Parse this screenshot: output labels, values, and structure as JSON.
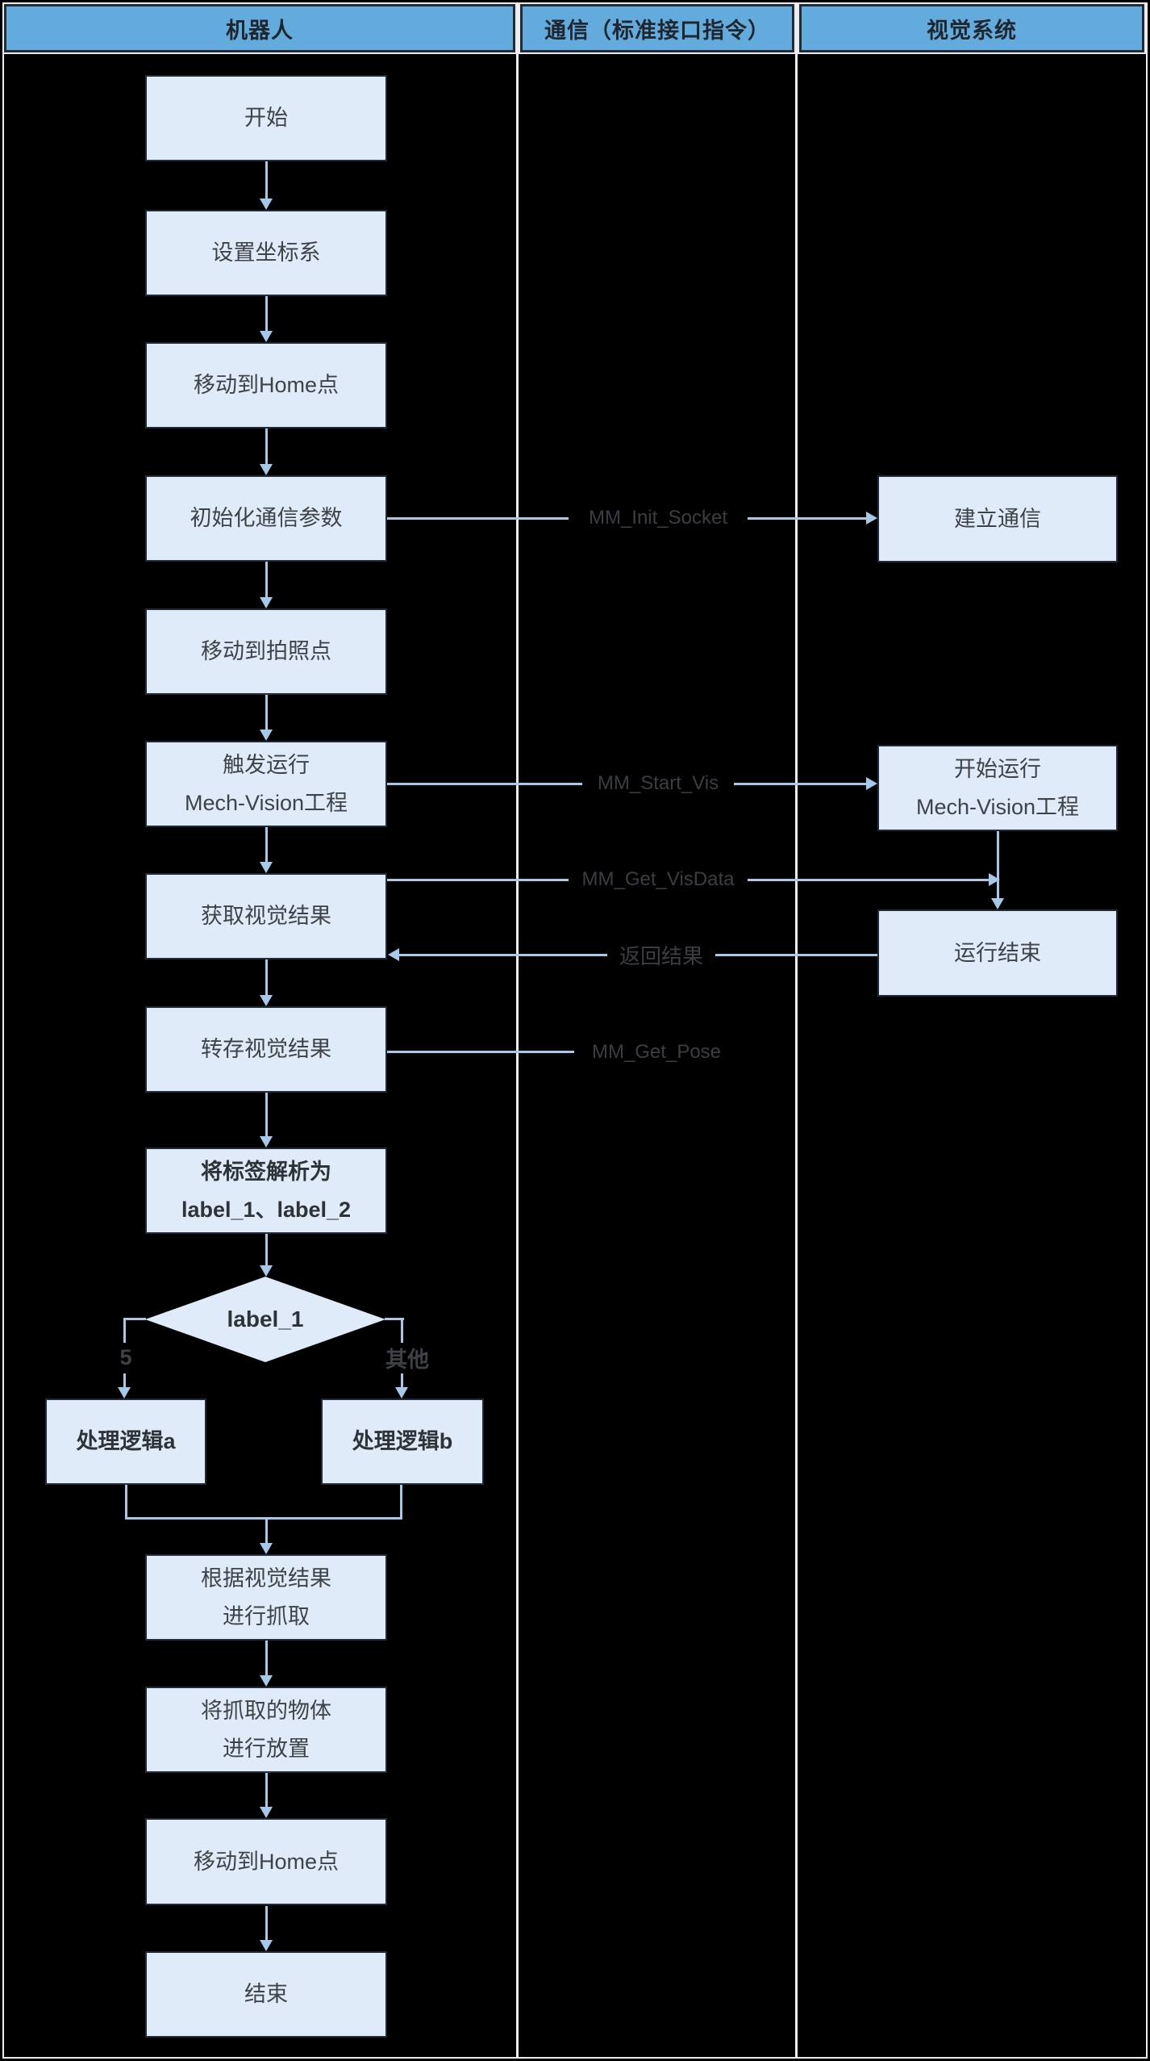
{
  "header": {
    "columns": [
      "机器人",
      "通信（标准接口指令）",
      "视觉系统"
    ]
  },
  "robot": {
    "nodes": [
      {
        "id": "start",
        "label": "开始"
      },
      {
        "id": "set-coordinate",
        "label": "设置坐标系"
      },
      {
        "id": "move-home-1",
        "label": "移动到Home点"
      },
      {
        "id": "init-comm-params",
        "label": "初始化通信参数"
      },
      {
        "id": "move-capture-point",
        "label": "移动到拍照点"
      },
      {
        "id": "trigger-vision",
        "line1": "触发运行",
        "line2": "Mech-Vision工程"
      },
      {
        "id": "get-vision-result",
        "label": "获取视觉结果"
      },
      {
        "id": "store-vision-result",
        "label": "转存视觉结果"
      },
      {
        "id": "parse-label",
        "line1": "将标签解析为",
        "line2": "label_1、label_2"
      },
      {
        "id": "decision",
        "label": "label_1"
      },
      {
        "id": "logic-a",
        "label": "处理逻辑a"
      },
      {
        "id": "logic-b",
        "label": "处理逻辑b"
      },
      {
        "id": "grasp",
        "line1": "根据视觉结果",
        "line2": "进行抓取"
      },
      {
        "id": "place",
        "line1": "将抓取的物体",
        "line2": "进行放置"
      },
      {
        "id": "move-home-2",
        "label": "移动到Home点"
      },
      {
        "id": "end",
        "label": "结束"
      }
    ],
    "branch_left": "5",
    "branch_right": "其他"
  },
  "comm": {
    "labels": [
      "MM_Init_Socket",
      "MM_Start_Vis",
      "MM_Get_VisData",
      "返回结果",
      "MM_Get_Pose"
    ]
  },
  "vision": {
    "nodes": [
      {
        "id": "establish-comm",
        "label": "建立通信"
      },
      {
        "id": "start-vision-project",
        "line1": "开始运行",
        "line2": "Mech-Vision工程"
      },
      {
        "id": "run-finished",
        "label": "运行结束"
      }
    ]
  },
  "colors": {
    "background": "#000000",
    "grid_line": "#ededed",
    "header_fill": "#63abdd",
    "node_fill": "#dfebf8",
    "node_border": "#212a38",
    "connector": "#a6c9e9",
    "node_text": "#3e4347",
    "label_text": "#3a3e42"
  }
}
